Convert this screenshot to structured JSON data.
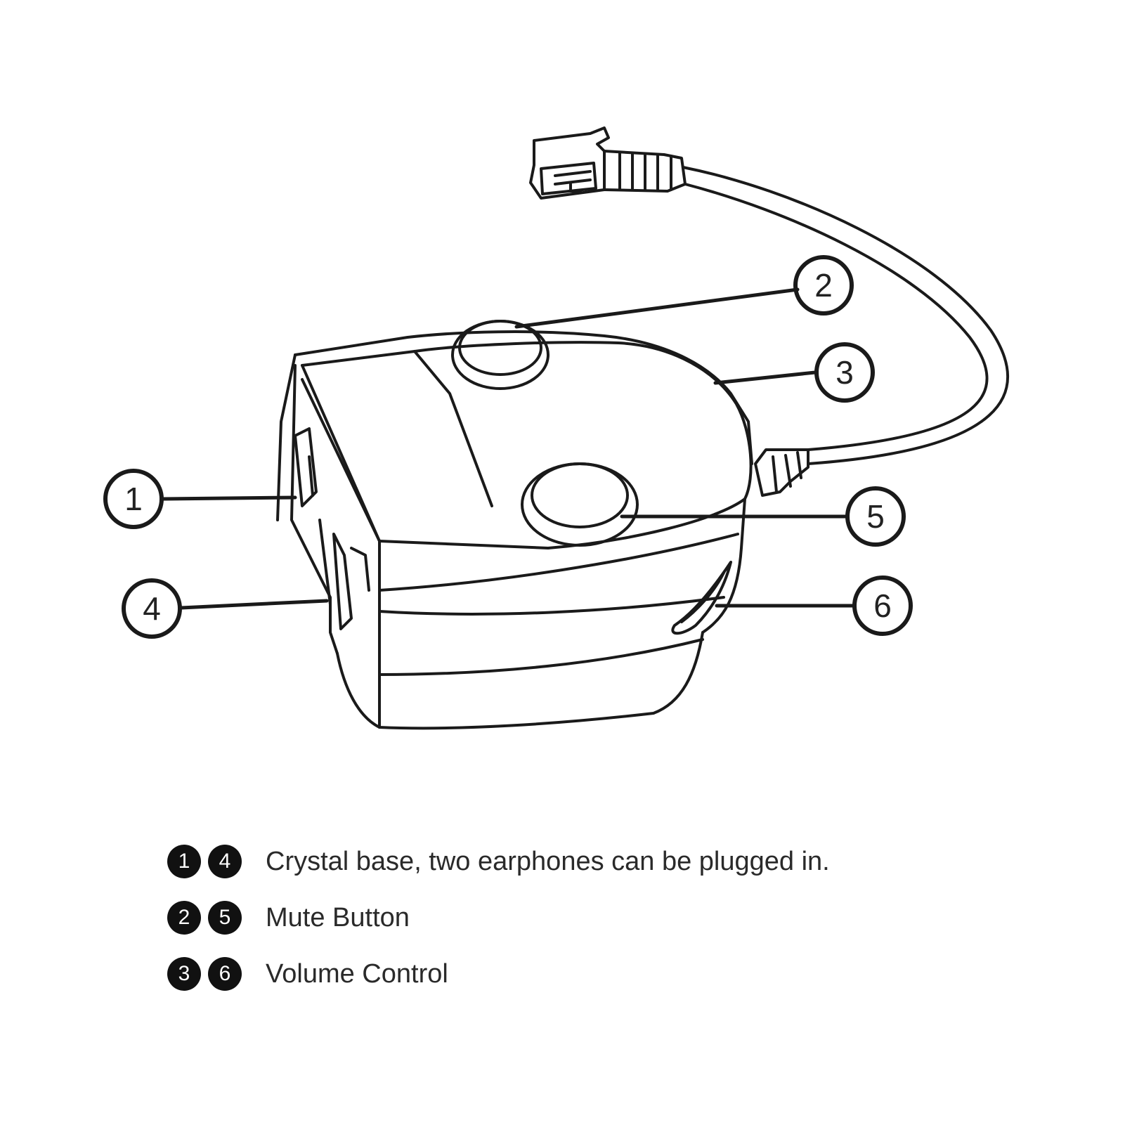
{
  "callouts": [
    "1",
    "2",
    "3",
    "4",
    "5",
    "6"
  ],
  "legend": [
    {
      "badges": [
        "1",
        "4"
      ],
      "text": "Crystal base, two earphones can be plugged in."
    },
    {
      "badges": [
        "2",
        "5"
      ],
      "text": "Mute Button"
    },
    {
      "badges": [
        "3",
        "6"
      ],
      "text": "Volume Control"
    }
  ],
  "colors": {
    "line": "#1a1a1a",
    "badge": "#111111",
    "background": "#ffffff"
  }
}
